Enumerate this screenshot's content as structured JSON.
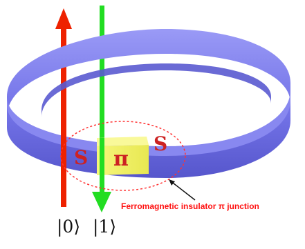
{
  "figure": {
    "caption_fragment": "",
    "junction_label": "Ferromagnetic insulator π junction",
    "left_s_label": "S",
    "right_s_label": "S",
    "center_label": "π",
    "ket_zero": "|0⟩",
    "ket_one": "|1⟩"
  },
  "colors": {
    "ring": "#7777ee",
    "ring_dark": "#5555cc",
    "junction_yellow": "#f2f26a",
    "s_red": "#cc2222",
    "arrow_red": "#ee2200",
    "arrow_green": "#22dd22",
    "dashed_red": "#ff3333"
  }
}
